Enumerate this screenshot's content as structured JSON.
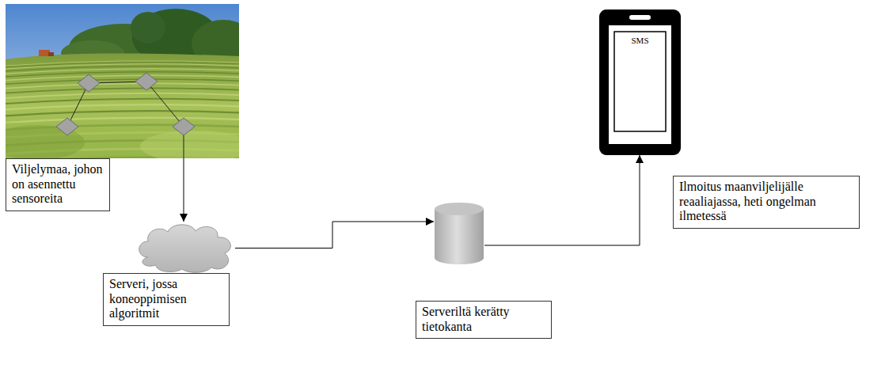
{
  "diagram": {
    "nodes": [
      {
        "text": [
          "Viljelymaa, johon on asennettu sensoreita"
        ]
      },
      {
        "text": [
          "Serveri, jossa koneoppimisen algoritmit"
        ]
      },
      {
        "text": [
          "Serveriltä kerätty tietokanta"
        ]
      },
      {
        "text": [
          "SMS",
          "Ilmoitus maanviljelijälle reaaliajassa, heti ongelman ilmetessä"
        ]
      }
    ],
    "edges": [
      {
        "from": 0,
        "to": 1,
        "arrow": "to"
      },
      {
        "from": 1,
        "to": 2,
        "arrow": "to"
      },
      {
        "from": 2,
        "to": 3,
        "arrow": "to"
      }
    ]
  }
}
